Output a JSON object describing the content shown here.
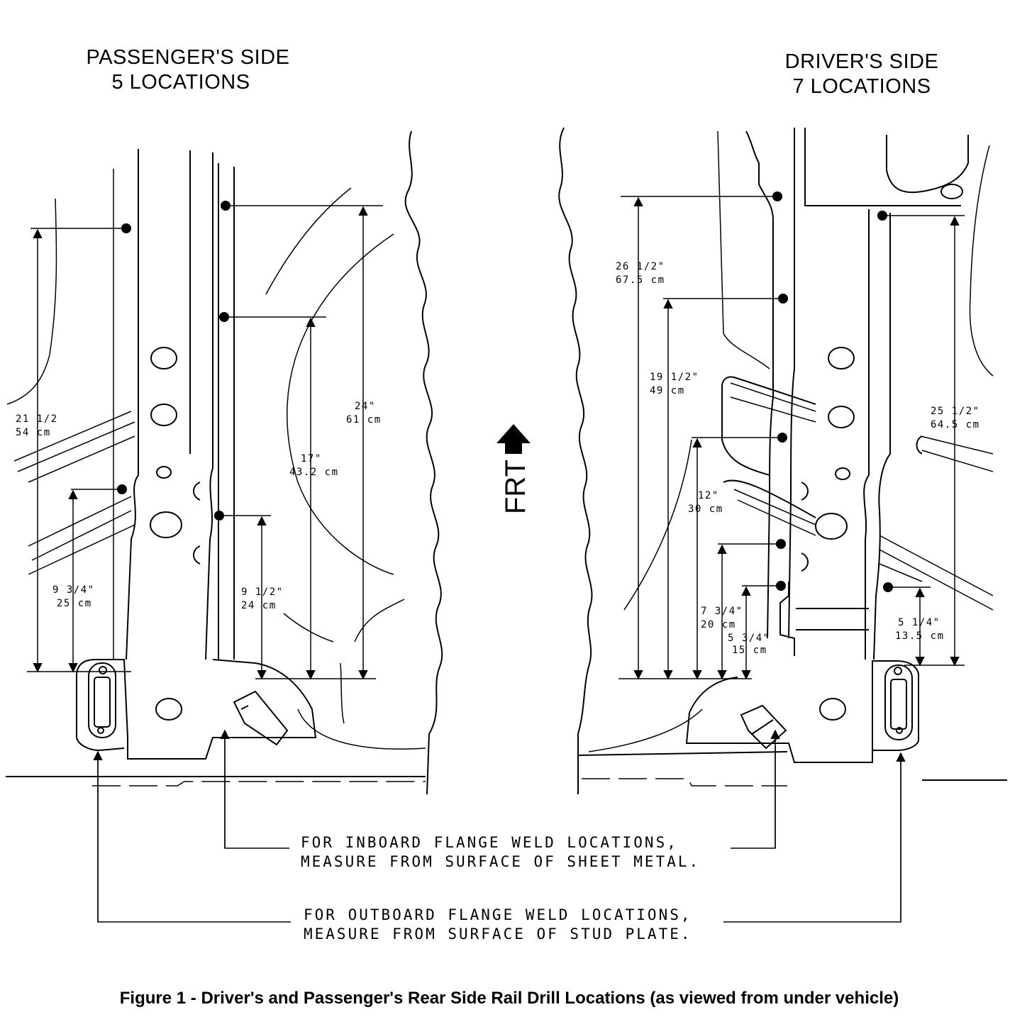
{
  "headings": {
    "passenger_line1": "PASSENGER'S SIDE",
    "passenger_line2": "5 LOCATIONS",
    "driver_line1": "DRIVER'S SIDE",
    "driver_line2": "7 LOCATIONS"
  },
  "direction_label": "FRT",
  "passenger_dimensions": [
    {
      "imperial": "21 1/2",
      "metric": "54 cm"
    },
    {
      "imperial": "9 3/4\"",
      "metric": "25 cm"
    },
    {
      "imperial": "24\"",
      "metric": "61 cm"
    },
    {
      "imperial": "17\"",
      "metric": "43.2 cm"
    },
    {
      "imperial": "9 1/2\"",
      "metric": "24 cm"
    }
  ],
  "driver_dimensions": [
    {
      "imperial": "26 1/2\"",
      "metric": "67.5 cm"
    },
    {
      "imperial": "19 1/2\"",
      "metric": "49 cm"
    },
    {
      "imperial": "12\"",
      "metric": "30 cm"
    },
    {
      "imperial": "7 3/4\"",
      "metric": "20 cm"
    },
    {
      "imperial": "5 3/4\"",
      "metric": "15 cm"
    },
    {
      "imperial": "25 1/2\"",
      "metric": "64.5 cm"
    },
    {
      "imperial": "5 1/4\"",
      "metric": "13.5 cm"
    }
  ],
  "notes": {
    "inboard_line1": "FOR INBOARD FLANGE WELD LOCATIONS,",
    "inboard_line2": "MEASURE FROM SURFACE OF SHEET METAL.",
    "outboard_line1": "FOR OUTBOARD FLANGE WELD LOCATIONS,",
    "outboard_line2": "MEASURE FROM SURFACE OF STUD PLATE."
  },
  "caption": "Figure 1 - Driver's and Passenger's Rear Side Rail Drill Locations (as viewed from under vehicle)"
}
